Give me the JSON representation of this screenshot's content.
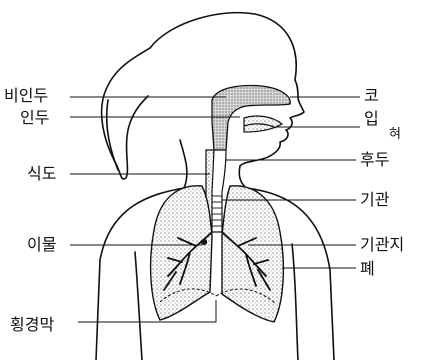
{
  "labels": {
    "left": {
      "nasopharynx": "비인두",
      "pharynx": "인두",
      "esophagus": "식도",
      "foreign_body": "이물",
      "diaphragm": "횡경막"
    },
    "right": {
      "nose": "코",
      "mouth": "입",
      "tongue": "혀",
      "larynx": "후두",
      "trachea": "기관",
      "bronchus": "기관지",
      "lung": "폐"
    }
  },
  "colors": {
    "ink": "#111111",
    "shade": "#b9b9b9",
    "background": "#ffffff"
  }
}
